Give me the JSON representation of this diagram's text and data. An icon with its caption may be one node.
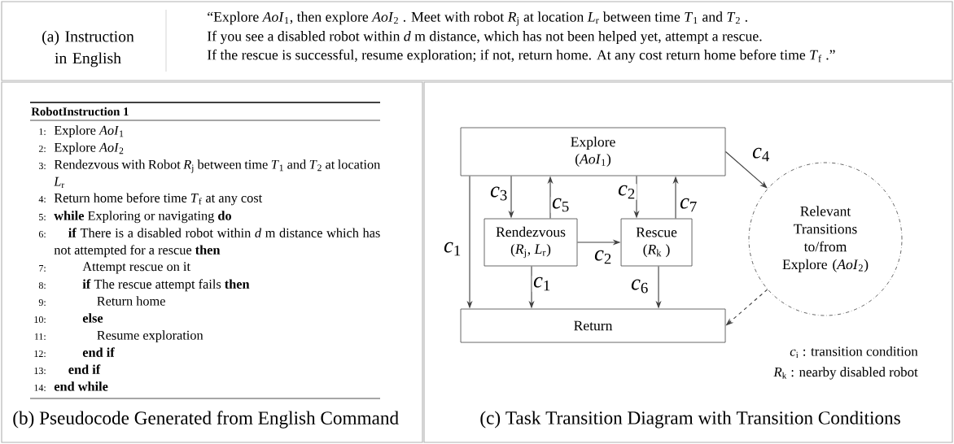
{
  "diagram": {
    "nodes": [
      {
        "text": [
          "Explore",
          "(*AoI*$_{1}$)"
        ]
      },
      {
        "text": [
          "Rendezvous",
          "(*R*$_{j}$, *L*$_{r}$)"
        ]
      },
      {
        "text": [
          "Rescue",
          "(*R*$_{k}$ )"
        ]
      },
      {
        "text": [
          "Return"
        ]
      },
      {
        "text": [
          "Relevant Transitions to/from Explore (*AoI*$_{2}$)"
        ]
      }
    ],
    "edges": [
      {
        "from": 0,
        "to": 3,
        "arrow": "to",
        "label": "*c*$_{1}$"
      },
      {
        "from": 0,
        "to": 1,
        "arrow": "to",
        "label": "*c*$_{3}$"
      },
      {
        "from": 1,
        "to": 0,
        "arrow": "to",
        "label": "*c*$_{5}$"
      },
      {
        "from": 0,
        "to": 2,
        "arrow": "to",
        "label": "*c*$_{2}$"
      },
      {
        "from": 2,
        "to": 0,
        "arrow": "to",
        "label": "*c*$_{7}$"
      },
      {
        "from": 1,
        "to": 2,
        "arrow": "to",
        "label": "*c*$_{2}$"
      },
      {
        "from": 1,
        "to": 3,
        "arrow": "to",
        "label": "*c*$_{1}$"
      },
      {
        "from": 2,
        "to": 3,
        "arrow": "to",
        "label": "*c*$_{6}$"
      },
      {
        "from": 0,
        "to": 4,
        "arrow": "to",
        "label": "*c*$_{4}$"
      },
      {
        "from": 4,
        "to": 3,
        "arrow": "to",
        "style": "dashed"
      }
    ],
    "labels": [
      "(a) Instruction in English",
      "“Explore *AoI*$_{1}$, then explore *AoI*$_{2}$ . Meet with robot *R*$_{j}$ at location *L*$_{r}$ between time *T*$_{1}$ and *T*$_{2}$ .",
      "If you see a disabled robot within *d* m distance, which has not been helped yet, attempt a rescue.",
      "If the rescue is successful, resume exploration; if not, return home. At any cost return home before time *T*$_{f}$ .”",
      "RobotInstruction 1",
      "1:",
      "Explore *AoI*$_{1}$",
      "2:",
      "Explore *AoI*$_{2}$",
      "3:",
      "Rendezvous with Robot *R*$_{j}$ between time *T*$_{1}$ and *T*$_{2}$ at location *L*$_{r}$",
      "4:",
      "Return home before time *T*$_{f}$ at any cost",
      "5:",
      "**while** Exploring or navigating **do**",
      "6:",
      "**if** There is a disabled robot within *d* m distance which has not attempted for a rescue **then**",
      "7:",
      "Attempt rescue on it",
      "8:",
      "**if** The rescue attempt fails **then**",
      "9:",
      "Return home",
      "10:",
      "**else**",
      "11:",
      "Resume exploration",
      "12:",
      "**end if**",
      "13:",
      "**end if**",
      "14:",
      "**end while**",
      "(b) Pseudocode Generated from English Command",
      "*c*$_{i}$ : transition condition",
      "*R*$_{k}$ : nearby disabled robot",
      "(c) Task Transition Diagram with Transition Conditions"
    ]
  }
}
